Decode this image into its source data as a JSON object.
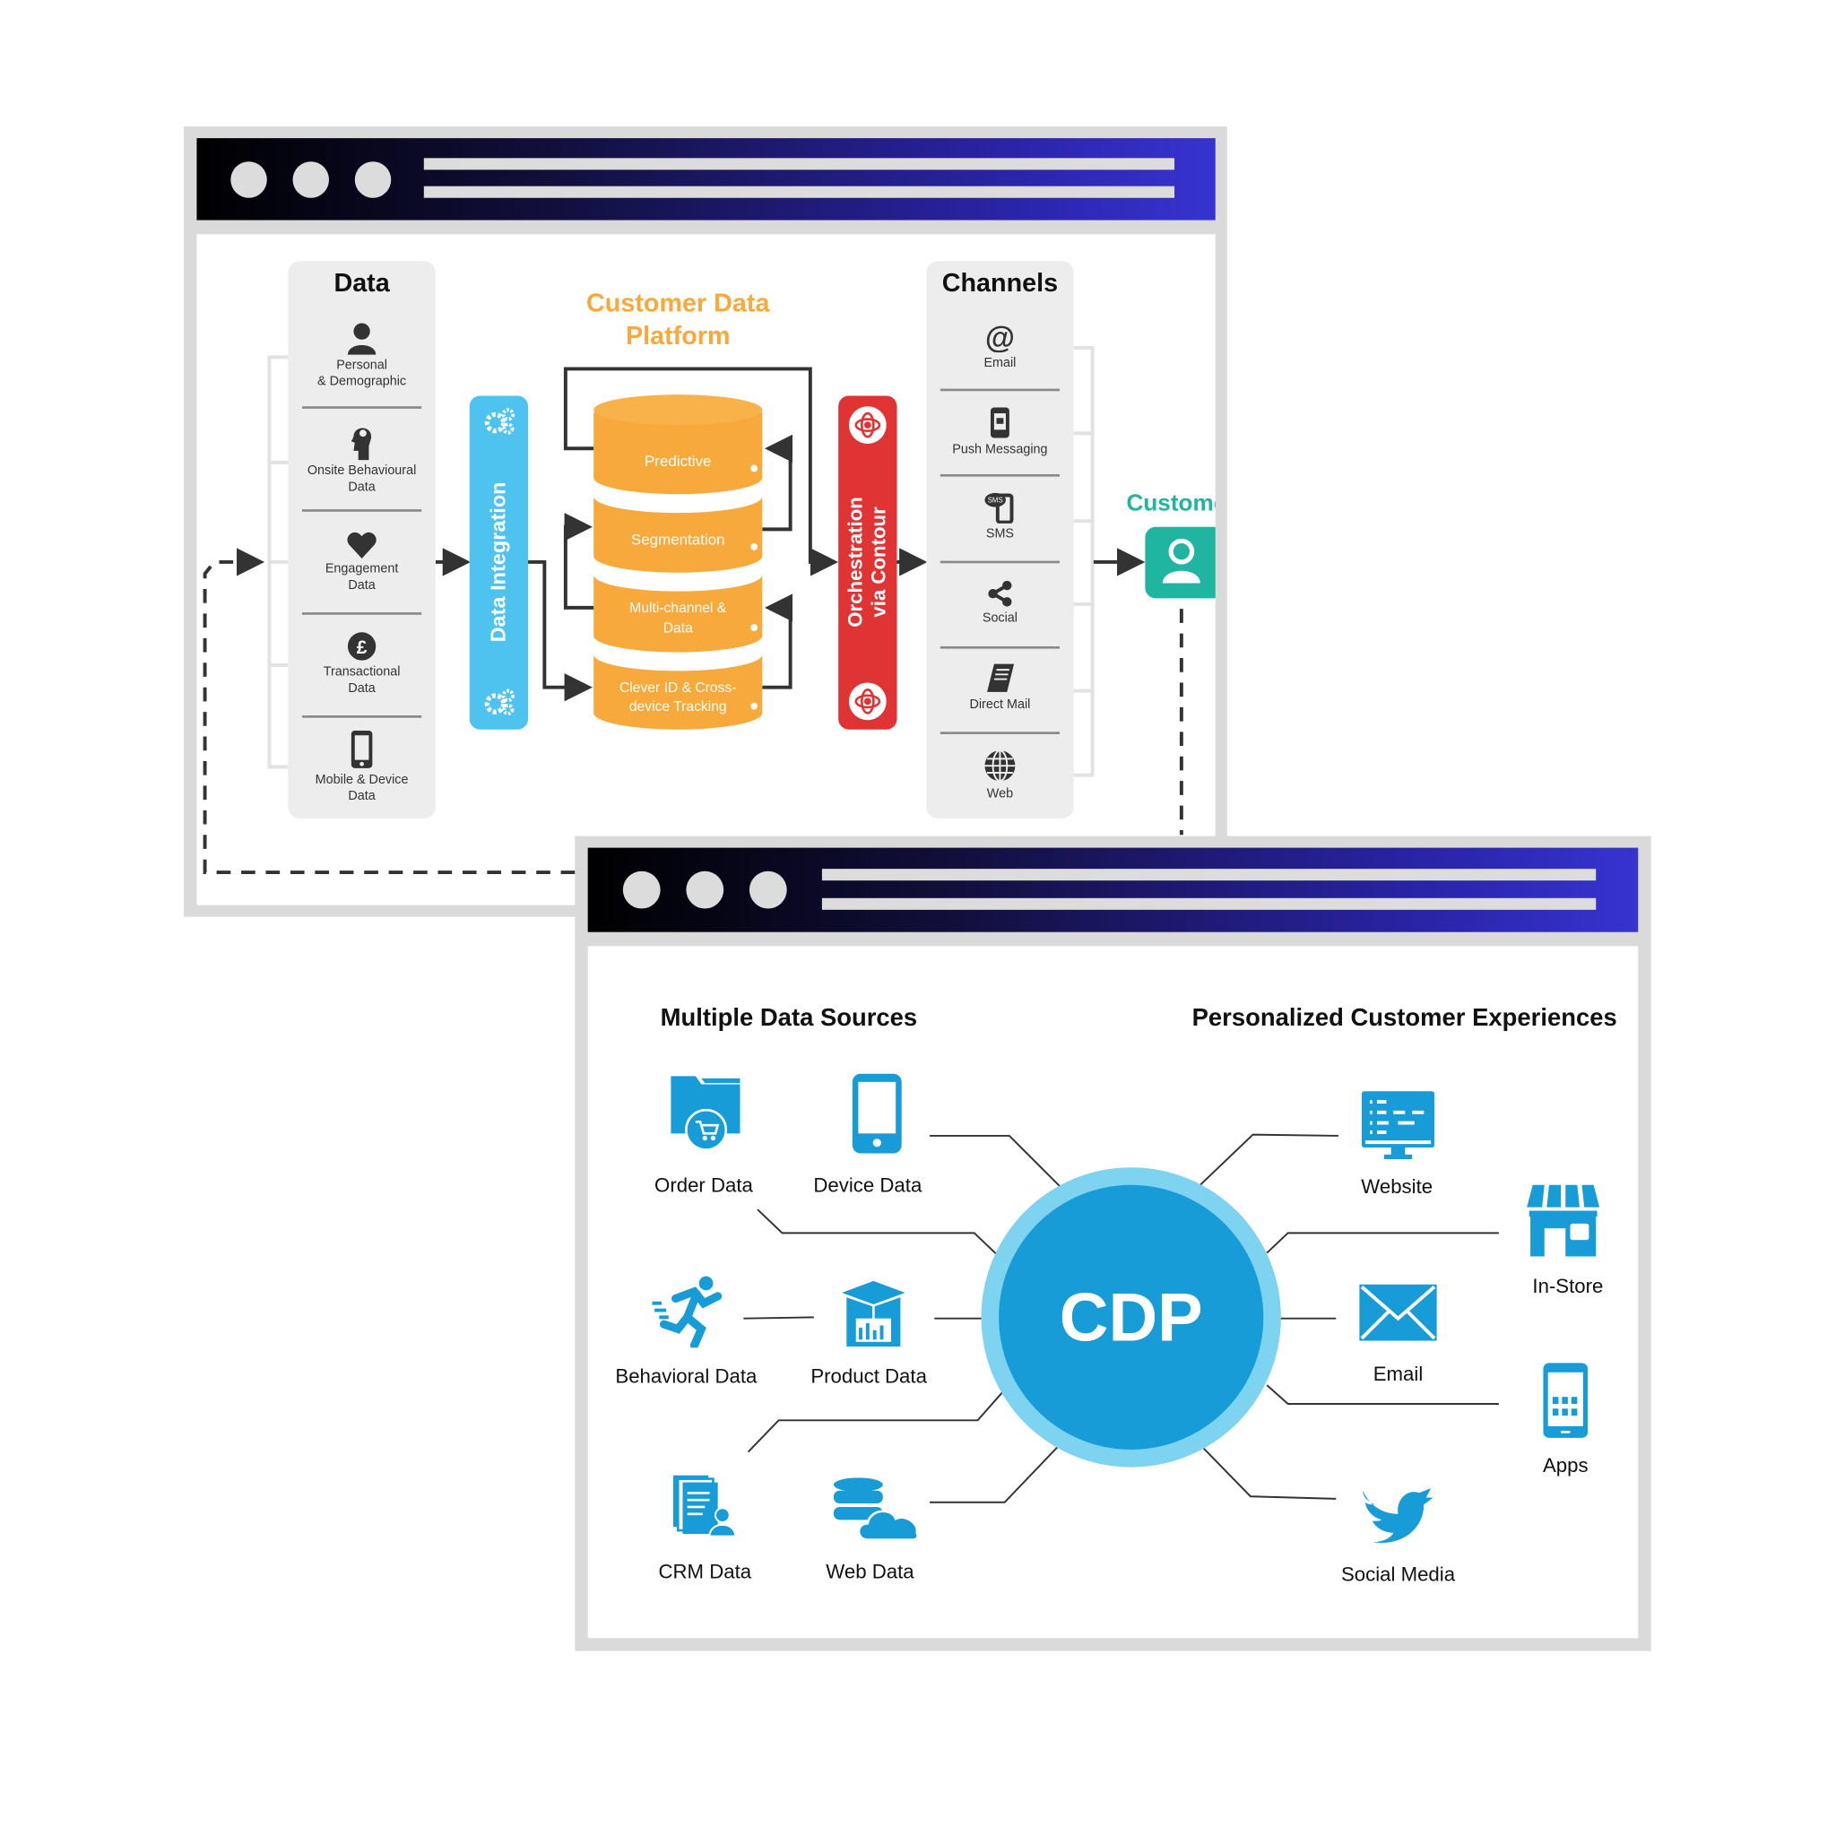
{
  "window_top": {
    "data_panel": {
      "title": "Data",
      "items": [
        {
          "icon": "person-icon",
          "line1": "Personal",
          "line2": "& Demographic"
        },
        {
          "icon": "head-gears-icon",
          "line1": "Onsite Behavioural",
          "line2": "Data"
        },
        {
          "icon": "heart-icon",
          "line1": "Engagement",
          "line2": "Data"
        },
        {
          "icon": "pound-icon",
          "line1": "Transactional",
          "line2": "Data"
        },
        {
          "icon": "mobile-icon",
          "line1": "Mobile & Device",
          "line2": "Data"
        }
      ]
    },
    "integration_label": "Data Integration",
    "platform_title": {
      "line1": "Customer Data",
      "line2": "Platform"
    },
    "layers": [
      {
        "line1": "Predictive",
        "line2": ""
      },
      {
        "line1": "Segmentation",
        "line2": ""
      },
      {
        "line1": "Multi-channel &",
        "line2": "Data"
      },
      {
        "line1": "Clever ID & Cross-",
        "line2": "device Tracking"
      }
    ],
    "orchestration_label": {
      "line1": "Orchestration",
      "line2": "via Contour"
    },
    "channels_panel": {
      "title": "Channels",
      "items": [
        {
          "icon": "at-icon",
          "label": "Email"
        },
        {
          "icon": "push-phone-icon",
          "label": "Push Messaging"
        },
        {
          "icon": "sms-icon",
          "label": "SMS"
        },
        {
          "icon": "share-icon",
          "label": "Social"
        },
        {
          "icon": "book-icon",
          "label": "Direct Mail"
        },
        {
          "icon": "globe-icon",
          "label": "Web"
        }
      ]
    },
    "customer_label": "Custome",
    "colors": {
      "orange": "#f7a93b",
      "blue": "#4fc3f0",
      "red": "#e03333",
      "teal": "#1fb5a0"
    }
  },
  "window_bottom": {
    "left_heading": "Multiple Data Sources",
    "right_heading": "Personalized Customer Experiences",
    "center_label": "CDP",
    "sources": [
      {
        "icon": "folder-cart-icon",
        "label": "Order Data"
      },
      {
        "icon": "tablet-icon",
        "label": "Device Data"
      },
      {
        "icon": "running-person-icon",
        "label": "Behavioral Data"
      },
      {
        "icon": "box-chart-icon",
        "label": "Product Data"
      },
      {
        "icon": "documents-user-icon",
        "label": "CRM Data"
      },
      {
        "icon": "database-cloud-icon",
        "label": "Web Data"
      }
    ],
    "experiences": [
      {
        "icon": "monitor-icon",
        "label": "Website"
      },
      {
        "icon": "store-icon",
        "label": "In-Store"
      },
      {
        "icon": "envelope-icon",
        "label": "Email"
      },
      {
        "icon": "phone-apps-icon",
        "label": "Apps"
      },
      {
        "icon": "bird-icon",
        "label": "Social Media"
      }
    ],
    "colors": {
      "icon_blue": "#179cd8",
      "ring": "#7dd3f0"
    }
  }
}
